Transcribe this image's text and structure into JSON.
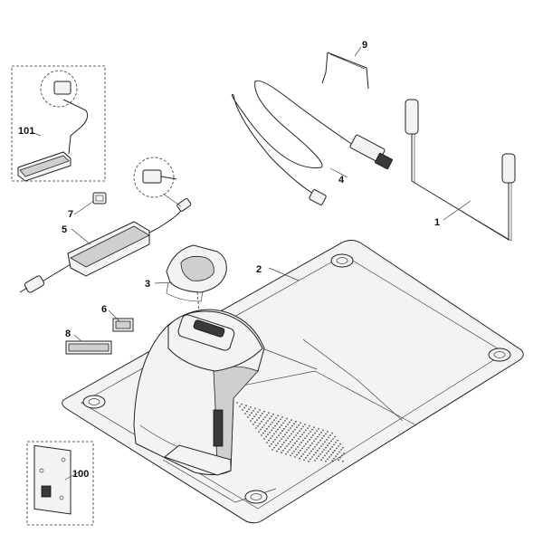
{
  "diagram": {
    "callouts": {
      "p1": "1",
      "p2": "2",
      "p3": "3",
      "p4": "4",
      "p5": "5",
      "p6": "6",
      "p7": "7",
      "p8": "8",
      "p9": "9",
      "p100": "100",
      "p101": "101"
    }
  }
}
